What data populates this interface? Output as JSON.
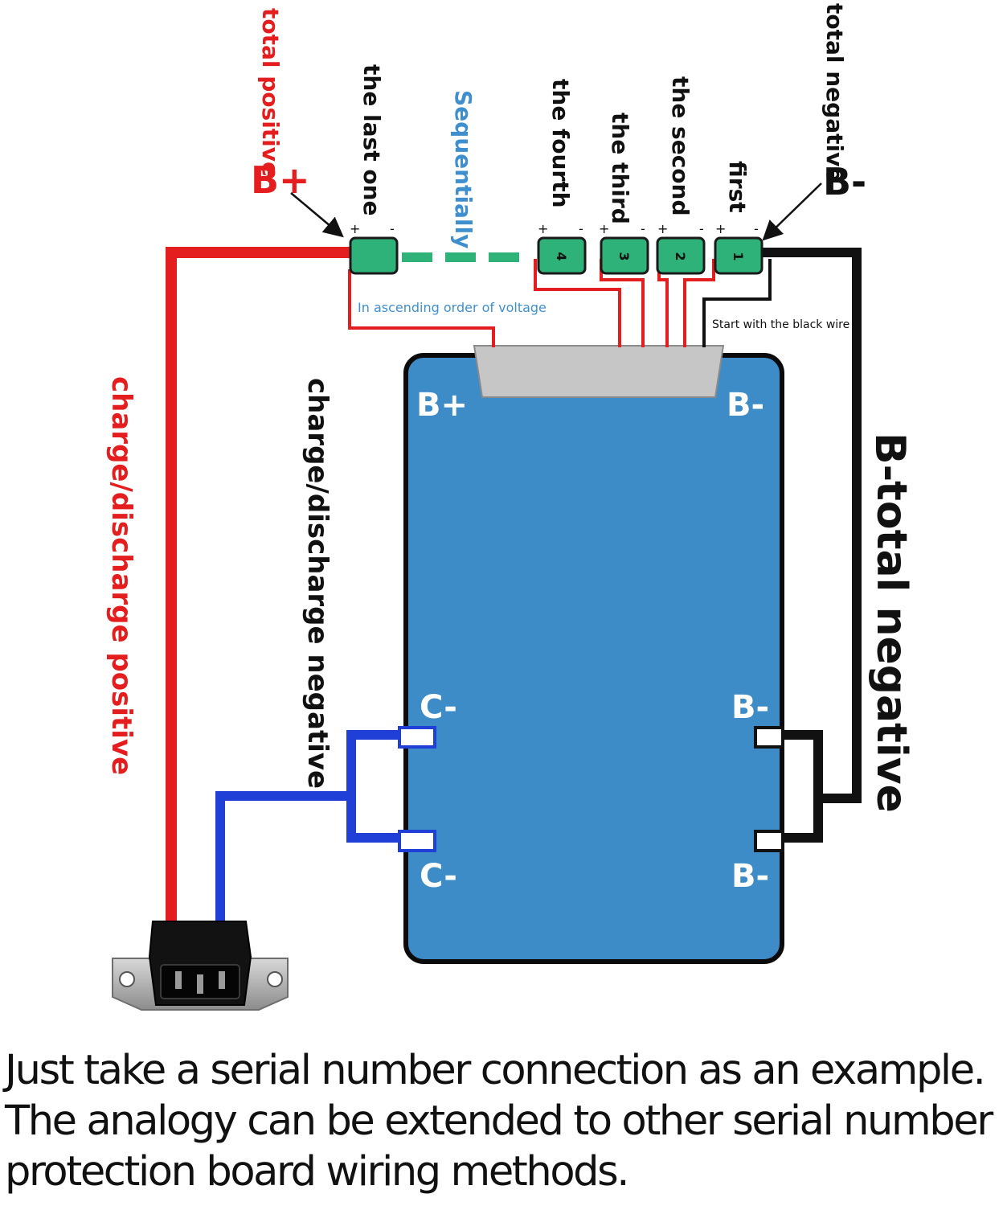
{
  "labels": {
    "total_positive": "total positive",
    "b_plus": "B+",
    "the_last_one": "the last one",
    "sequentially": "Sequentially",
    "the_fourth": "the fourth",
    "the_third": "the third",
    "the_second": "the second",
    "first": "first",
    "total_negative": "total negative",
    "b_minus": "B-",
    "ascending_order": "In ascending order of voltage",
    "start_black_wire": "Start with the black wire",
    "charge_discharge_positive": "charge/discharge positive",
    "charge_discharge_negative": "charge/discharge negative",
    "b_minus_total_negative_b": "B-",
    "b_minus_total_negative_text": "total negative"
  },
  "board": {
    "pad_b_plus": "B+",
    "pad_b_minus_top": "B-",
    "pad_c_minus_1": "C-",
    "pad_c_minus_2": "C-",
    "pad_b_minus_1": "B-",
    "pad_b_minus_2": "B-"
  },
  "cells": [
    {
      "number": "4"
    },
    {
      "number": "3"
    },
    {
      "number": "2"
    },
    {
      "number": "1"
    }
  ],
  "cell_polarity": {
    "plus": "+",
    "minus": "-"
  },
  "footer": {
    "line1": "Just take a serial number connection as an example.",
    "line2": "The analogy can be extended to other serial number",
    "line3": "protection board wiring methods."
  },
  "colors": {
    "red_wire": "#e41e1e",
    "blue_wire": "#1f3fd6",
    "black_wire": "#111111",
    "board_blue": "#3d8bc7",
    "cell_green": "#2fb27a",
    "label_red": "#e41e1e",
    "label_blue": "#3f8fcf"
  }
}
